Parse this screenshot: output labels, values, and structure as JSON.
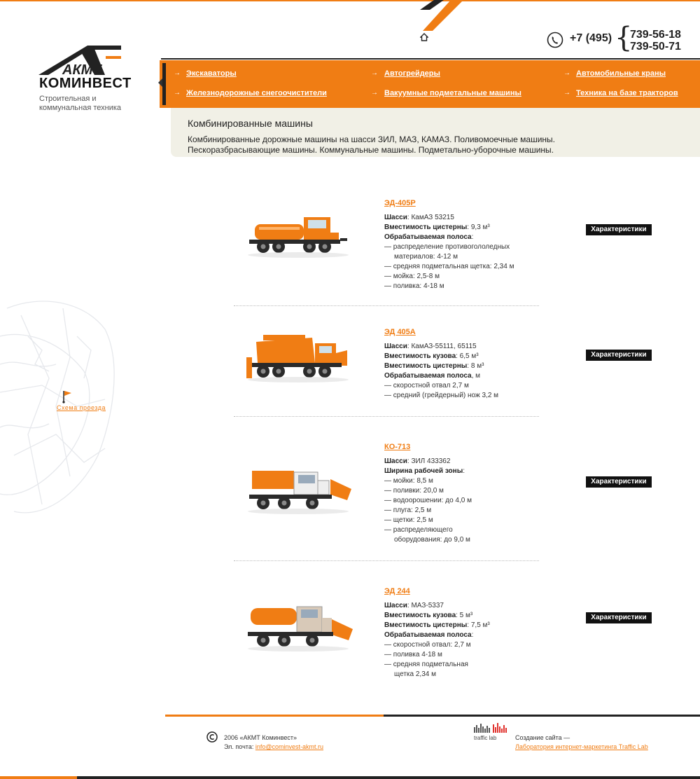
{
  "header": {
    "phone_code": "+7 (495)",
    "phone_numbers": [
      "739-56-18",
      "739-50-71"
    ],
    "home_icon": "home-icon",
    "phone_icon": "phone-icon"
  },
  "logo": {
    "mark": "АКМТ",
    "name": "КОМИНВЕСТ",
    "tagline": "Строительная и коммунальная техника"
  },
  "nav": {
    "items": [
      {
        "label": "Экскаваторы"
      },
      {
        "label": "Автогрейдеры"
      },
      {
        "label": "Автомобильные краны"
      },
      {
        "label": "Железнодорожные снегоочистители"
      },
      {
        "label": "Вакуумные подметальные машины"
      },
      {
        "label": "Техника на базе тракторов"
      }
    ]
  },
  "intro": {
    "title": "Комбинированные машины",
    "text": "Комбинированные дорожные машины на шасси ЗИЛ, МАЗ, КАМАЗ. Поливомоечные машины. Пескоразбрасывающие машины. Коммунальные машины. Подметально-уборочные машины."
  },
  "products": [
    {
      "title": "ЭД-405Р",
      "lines": [
        {
          "label": "Шасси",
          "value": ": КамАЗ 53215"
        },
        {
          "label": "Вместимость цистерны",
          "value": ": 9,3 м³"
        },
        {
          "label": "Обрабатываемая полоса",
          "value": ":"
        },
        {
          "label": "",
          "value": "— распределение противогололедных"
        },
        {
          "label": "",
          "value": "материалов: 4-12 м",
          "indent": true
        },
        {
          "label": "",
          "value": "— средняя подметальная щетка: 2,34 м"
        },
        {
          "label": "",
          "value": "— мойка: 2,5-8 м"
        },
        {
          "label": "",
          "value": "— поливка: 4-18 м"
        }
      ],
      "button": "Характеристики"
    },
    {
      "title": "ЭД 405А",
      "lines": [
        {
          "label": "Шасси",
          "value": ": КамАЗ-55111, 65115"
        },
        {
          "label": "Вместимость кузова",
          "value": ": 6,5 м³"
        },
        {
          "label": "Вместимость цистерны",
          "value": ": 8 м³"
        },
        {
          "label": "Обрабатываемая полоса",
          "value": ", м"
        },
        {
          "label": "",
          "value": "— скоростной отвал 2,7 м"
        },
        {
          "label": "",
          "value": "— средний (грейдерный) нож 3,2 м"
        }
      ],
      "button": "Характеристики"
    },
    {
      "title": "КО-713",
      "lines": [
        {
          "label": "Шасси",
          "value": ": ЗИЛ 433362"
        },
        {
          "label": "Ширина рабочей зоны",
          "value": ":"
        },
        {
          "label": "",
          "value": "— мойки: 8,5 м"
        },
        {
          "label": "",
          "value": "— поливки: 20,0 м"
        },
        {
          "label": "",
          "value": "— водоорошении: до 4,0 м"
        },
        {
          "label": "",
          "value": "— плуга: 2,5 м"
        },
        {
          "label": "",
          "value": "— щетки: 2,5 м"
        },
        {
          "label": "",
          "value": "— распределяющего"
        },
        {
          "label": "",
          "value": "оборудования: до 9,0 м",
          "indent": true
        }
      ],
      "button": "Характеристики"
    },
    {
      "title": "ЭД 244",
      "lines": [
        {
          "label": "Шасси",
          "value": ": МАЗ-5337"
        },
        {
          "label": "Вместимость кузова",
          "value": ": 5 м³"
        },
        {
          "label": "Вместимость цистерны",
          "value": ": 7,5 м³"
        },
        {
          "label": "Обрабатываемая полоса",
          "value": ":"
        },
        {
          "label": "",
          "value": "— скоростной отвал: 2,7 м"
        },
        {
          "label": "",
          "value": "— поливка 4-18 м"
        },
        {
          "label": "",
          "value": "— средняя подметальная"
        },
        {
          "label": "",
          "value": "щетка 2,34 м",
          "indent": true
        }
      ],
      "button": "Характеристики"
    }
  ],
  "sidebar": {
    "route_link": "Схема проезда"
  },
  "footer": {
    "copyright": "2006 «АКМТ Коминвест»",
    "email_label": "Эл. почта: ",
    "email": "info@cominvest-akmt.ru",
    "created_label": "Создание сайта —",
    "created_link": "Лаборатория интернет-маркетинга Traffic Lab",
    "tl_logo_text": "traffic lab"
  },
  "colors": {
    "accent": "#f07d14",
    "dark": "#222222",
    "intro_bg": "#f1f0e6"
  }
}
